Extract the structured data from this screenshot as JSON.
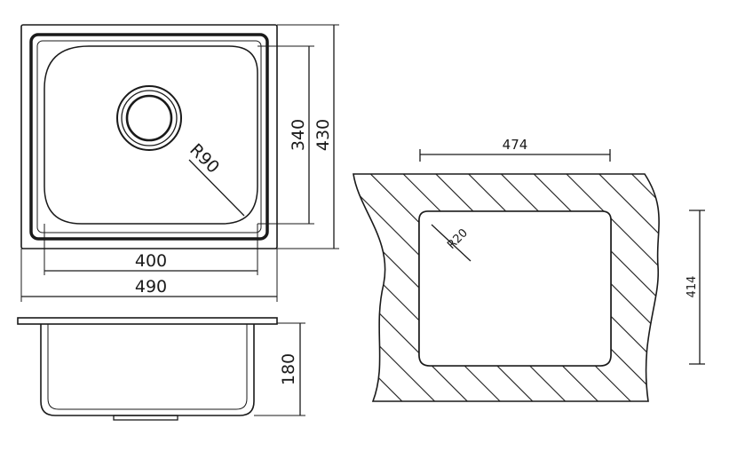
{
  "drawing": {
    "line_color": "#1a1a1a",
    "background_color": "#ffffff",
    "top_view": {
      "width_outer": "490",
      "width_inner": "400",
      "depth_outer": "430",
      "depth_inner": "340",
      "corner_radius": "R90"
    },
    "side_view": {
      "bowl_depth": "180"
    },
    "cutout": {
      "width": "474",
      "height": "414",
      "corner_radius": "R20"
    }
  }
}
